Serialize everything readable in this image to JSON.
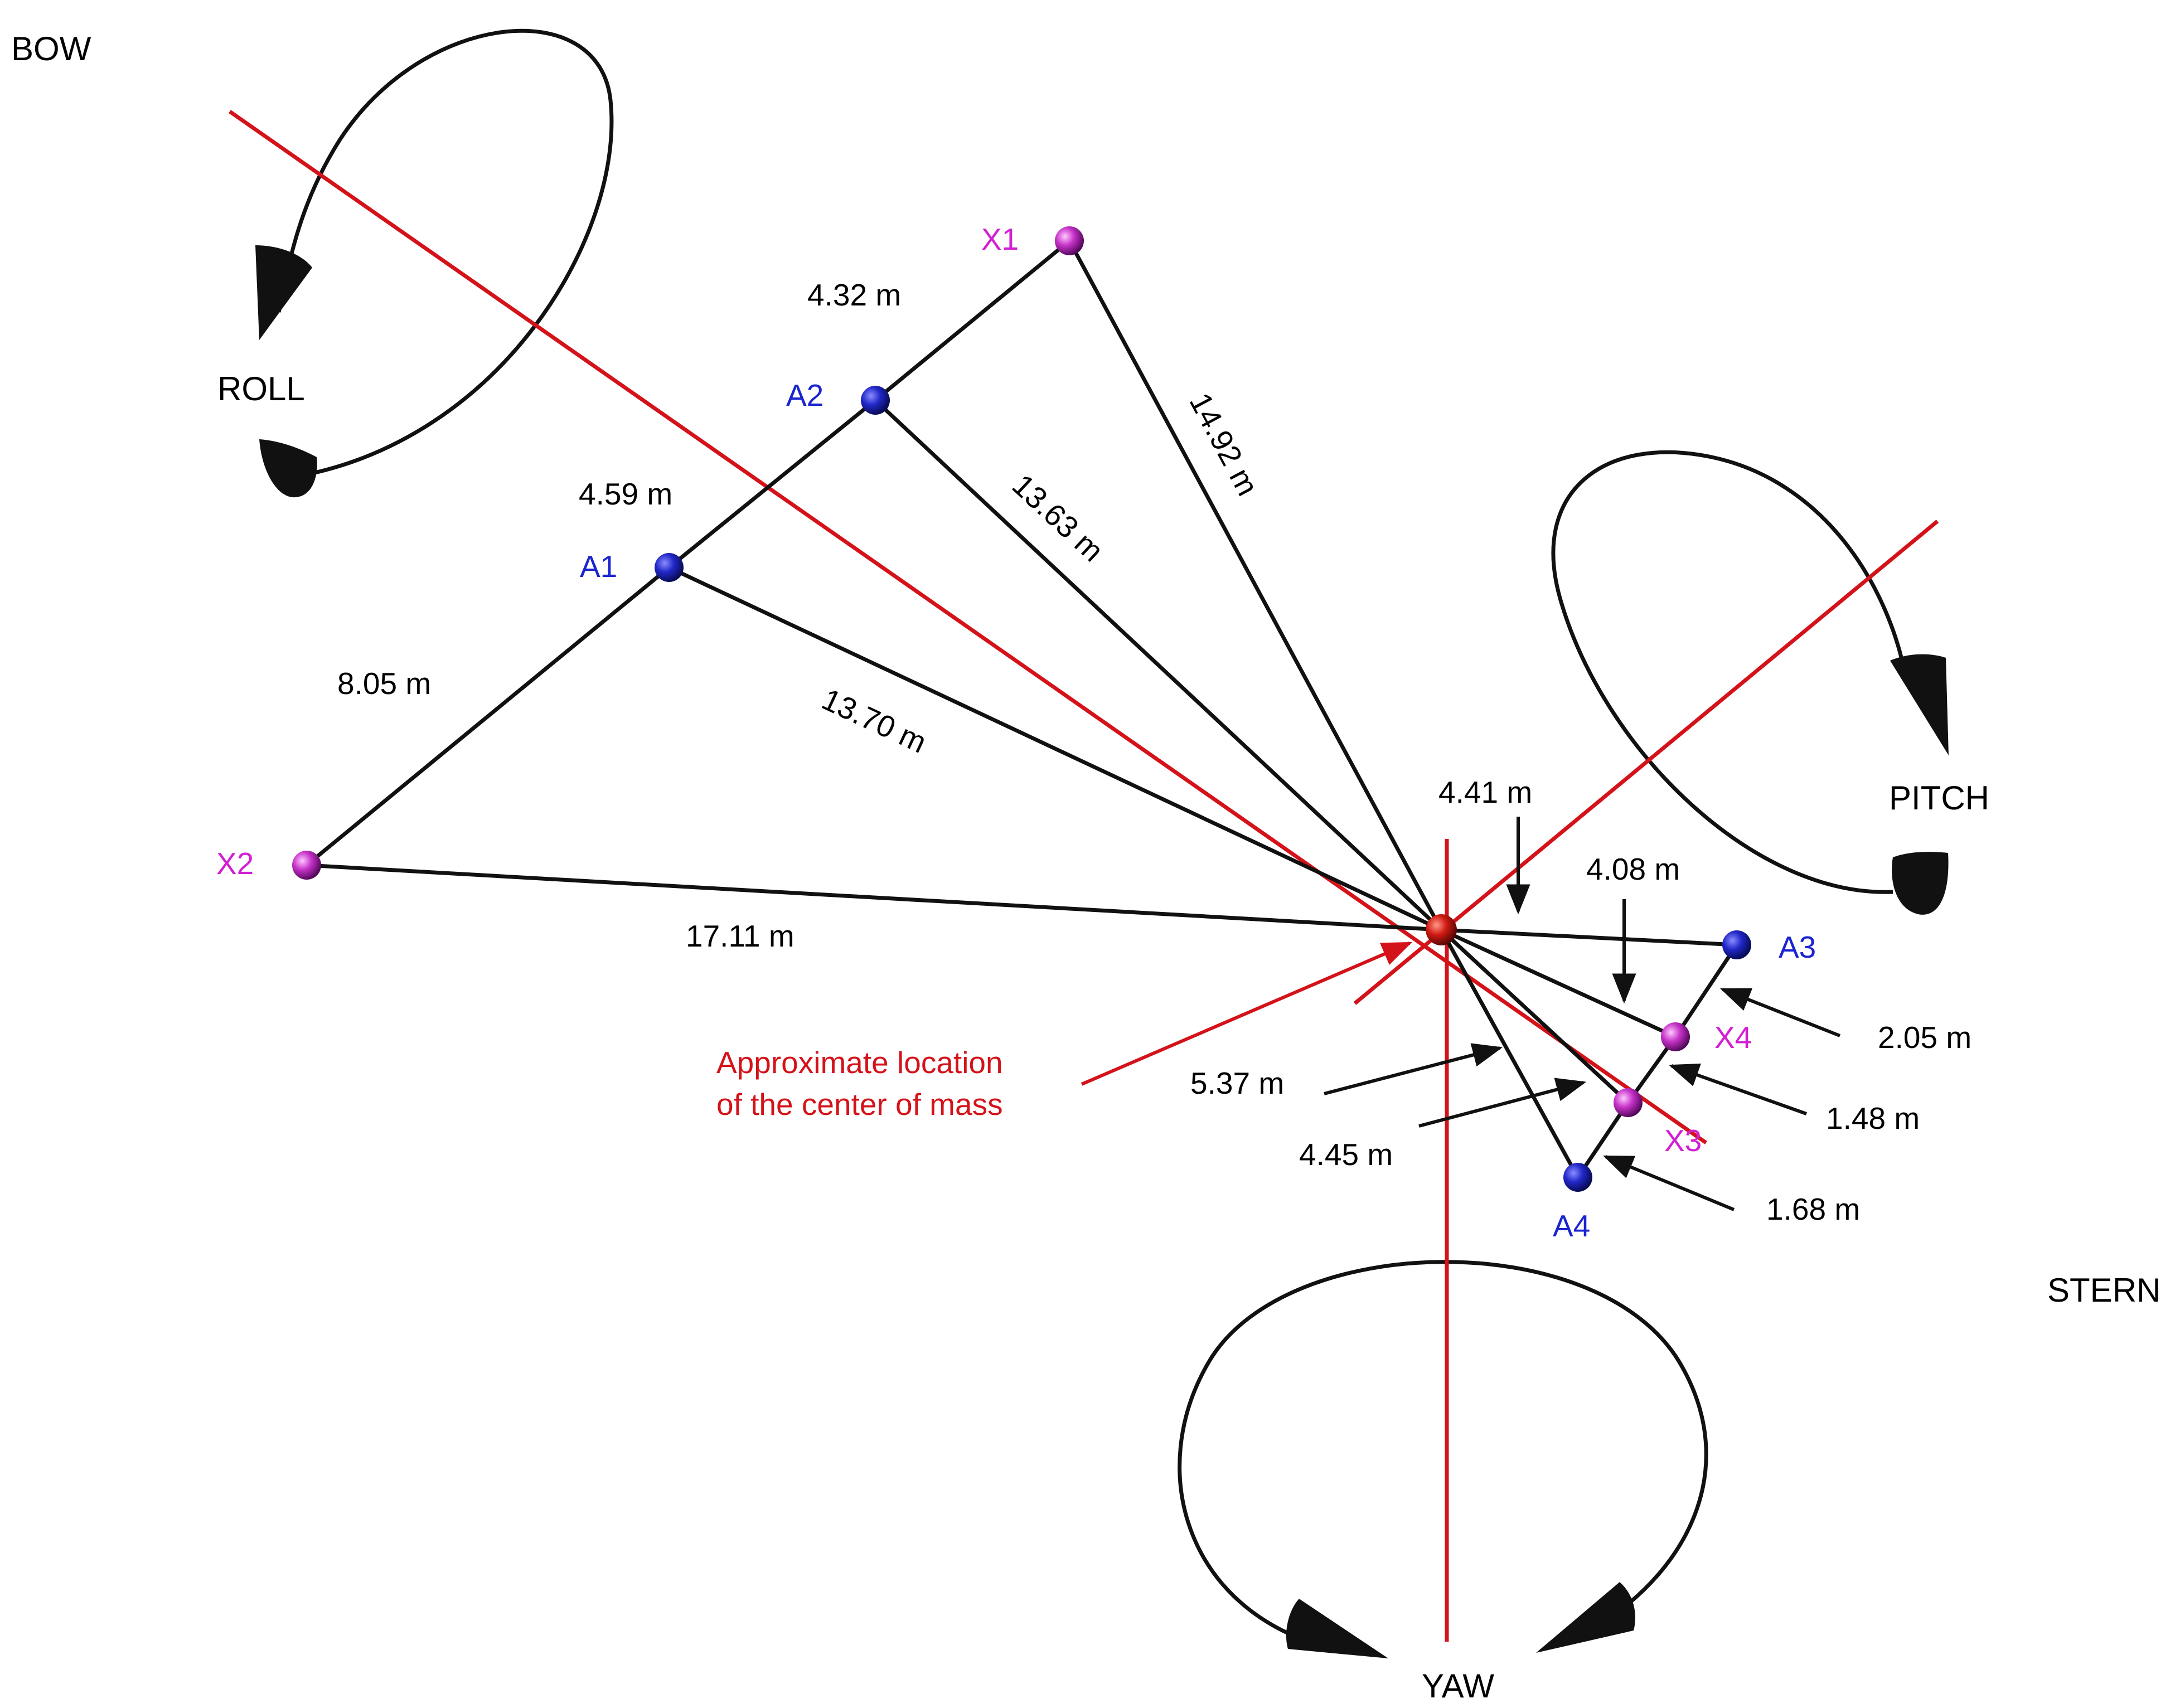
{
  "colors": {
    "axis": "#d4121a",
    "line": "#111111",
    "label": "#111111",
    "blue_point": "#1420c8",
    "magenta_point": "#d31fd6",
    "blue_label": "#1a24d0",
    "magenta_label": "#d21fd2",
    "annotation": "#d4121a"
  },
  "orientation": {
    "bow": "BOW",
    "stern": "STERN"
  },
  "rotations": {
    "roll": "ROLL",
    "pitch": "PITCH",
    "yaw": "YAW"
  },
  "points": {
    "x1": {
      "label": "X1",
      "kind": "magenta"
    },
    "a2": {
      "label": "A2",
      "kind": "blue"
    },
    "a1": {
      "label": "A1",
      "kind": "blue"
    },
    "x2": {
      "label": "X2",
      "kind": "magenta"
    },
    "a3": {
      "label": "A3",
      "kind": "blue"
    },
    "x4": {
      "label": "X4",
      "kind": "magenta"
    },
    "x3": {
      "label": "X3",
      "kind": "magenta"
    },
    "a4": {
      "label": "A4",
      "kind": "blue"
    },
    "cm": {
      "label": "",
      "kind": "center-of-mass"
    }
  },
  "distances": {
    "x1_a2": "4.32 m",
    "a2_a1": "4.59 m",
    "a1_x2": "8.05 m",
    "cm_x1": "14.92 m",
    "cm_a2": "13.63 m",
    "cm_a1": "13.70 m",
    "cm_x2": "17.11 m",
    "cm_a3": "4.41 m",
    "cm_x4": "4.08 m",
    "cm_a4": "5.37 m",
    "cm_x3": "4.45 m",
    "a3_x4": "2.05 m",
    "x4_x3": "1.48 m",
    "x3_a4": "1.68 m"
  },
  "annotation": {
    "line1": "Approximate location",
    "line2": "of the center of mass"
  }
}
